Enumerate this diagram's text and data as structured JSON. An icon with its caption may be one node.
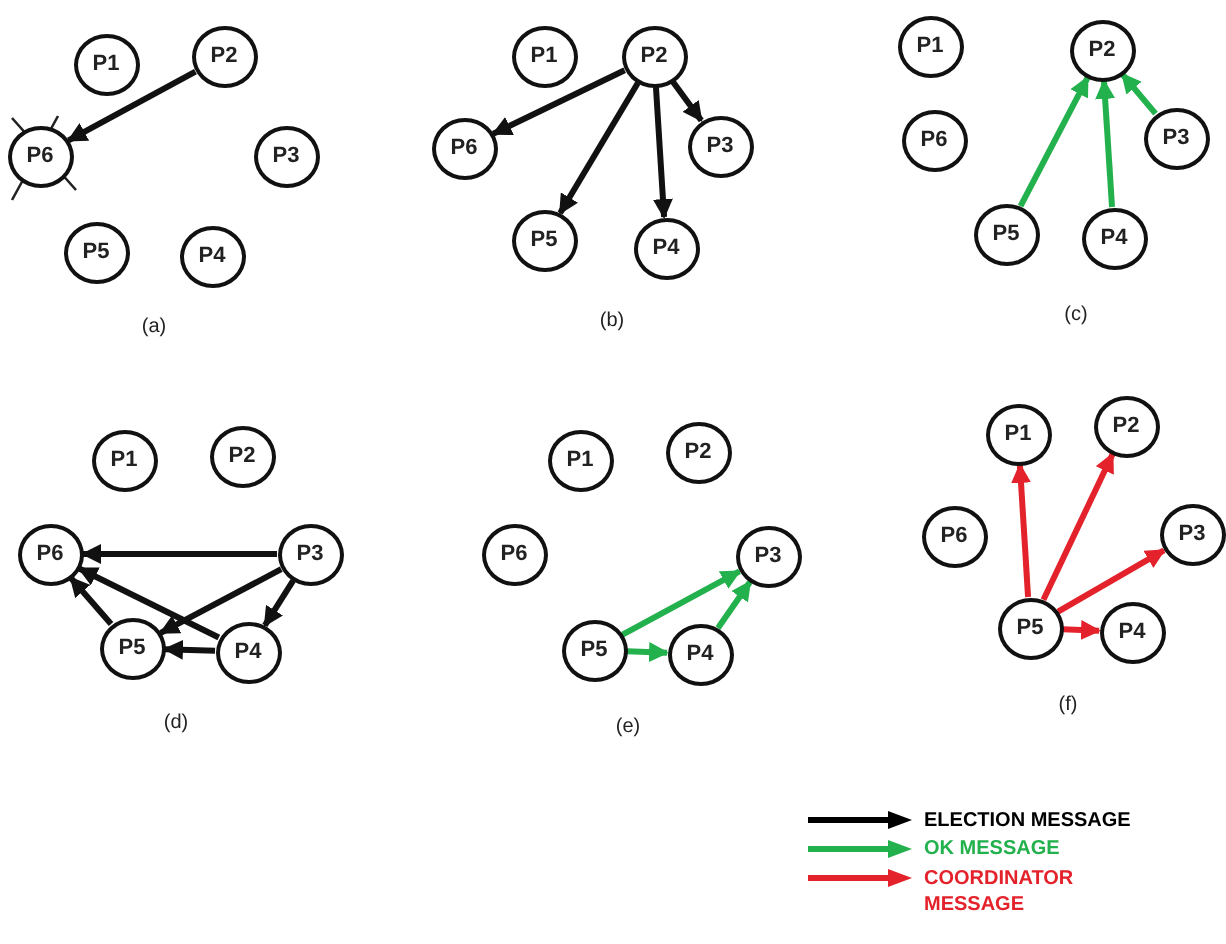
{
  "diagram": {
    "nodes": [
      {
        "text": [
          "P1"
        ]
      },
      {
        "text": [
          "P2"
        ]
      },
      {
        "text": [
          "P6"
        ]
      },
      {
        "text": [
          "P3"
        ]
      },
      {
        "text": [
          "P5"
        ]
      },
      {
        "text": [
          "P4"
        ]
      },
      {
        "text": [
          "P1"
        ]
      },
      {
        "text": [
          "P2"
        ]
      },
      {
        "text": [
          "P6"
        ]
      },
      {
        "text": [
          "P3"
        ]
      },
      {
        "text": [
          "P5"
        ]
      },
      {
        "text": [
          "P4"
        ]
      },
      {
        "text": [
          "P1"
        ]
      },
      {
        "text": [
          "P2"
        ]
      },
      {
        "text": [
          "P6"
        ]
      },
      {
        "text": [
          "P3"
        ]
      },
      {
        "text": [
          "P5"
        ]
      },
      {
        "text": [
          "P4"
        ]
      },
      {
        "text": [
          "P1"
        ]
      },
      {
        "text": [
          "P2"
        ]
      },
      {
        "text": [
          "P6"
        ]
      },
      {
        "text": [
          "P3"
        ]
      },
      {
        "text": [
          "P5"
        ]
      },
      {
        "text": [
          "P4"
        ]
      },
      {
        "text": [
          "P1"
        ]
      },
      {
        "text": [
          "P2"
        ]
      },
      {
        "text": [
          "P6"
        ]
      },
      {
        "text": [
          "P3"
        ]
      },
      {
        "text": [
          "P5"
        ]
      },
      {
        "text": [
          "P4"
        ]
      },
      {
        "text": [
          "P1"
        ]
      },
      {
        "text": [
          "P2"
        ]
      },
      {
        "text": [
          "P6"
        ]
      },
      {
        "text": [
          "P3"
        ]
      },
      {
        "text": [
          "P5"
        ]
      },
      {
        "text": [
          "P4"
        ]
      }
    ],
    "edges": [
      {
        "from": 1,
        "to": 2,
        "arrow": "to"
      },
      {
        "from": 7,
        "to": 8,
        "arrow": "to"
      },
      {
        "from": 7,
        "to": 10,
        "arrow": "to"
      },
      {
        "from": 7,
        "to": 11,
        "arrow": "to"
      },
      {
        "from": 7,
        "to": 9,
        "arrow": "to"
      },
      {
        "from": 16,
        "to": 13,
        "arrow": "to",
        "color": "#22b14c"
      },
      {
        "from": 17,
        "to": 13,
        "arrow": "to",
        "color": "#22b14c"
      },
      {
        "from": 15,
        "to": 13,
        "arrow": "to",
        "color": "#22b14c"
      },
      {
        "from": 21,
        "to": 20,
        "arrow": "to"
      },
      {
        "from": 21,
        "to": 22,
        "arrow": "to"
      },
      {
        "from": 21,
        "to": 23,
        "arrow": "to"
      },
      {
        "from": 23,
        "to": 22,
        "arrow": "to"
      },
      {
        "from": 23,
        "to": 20,
        "arrow": "to"
      },
      {
        "from": 22,
        "to": 20,
        "arrow": "to"
      },
      {
        "from": 28,
        "to": 27,
        "arrow": "to",
        "color": "#22b14c"
      },
      {
        "from": 28,
        "to": 29,
        "arrow": "to",
        "color": "#22b14c"
      },
      {
        "from": 29,
        "to": 27,
        "arrow": "to",
        "color": "#22b14c"
      },
      {
        "from": 34,
        "to": 30,
        "arrow": "to",
        "color": "#e3222b"
      },
      {
        "from": 34,
        "to": 31,
        "arrow": "to",
        "color": "#e3222b"
      },
      {
        "from": 34,
        "to": 33,
        "arrow": "to",
        "color": "#e3222b"
      },
      {
        "from": 34,
        "to": 35,
        "arrow": "to",
        "color": "#e3222b"
      }
    ],
    "labels": [
      "(a)",
      "(b)",
      "(c)",
      "(d)",
      "(e)",
      "(f)"
    ],
    "legend": [
      {
        "text": "ELECTION MESSAGE",
        "color": "#000000"
      },
      {
        "text": "OK MESSAGE",
        "color": "#22b14c"
      },
      {
        "text": "COORDINATOR MESSAGE",
        "color": "#e3222b"
      }
    ]
  }
}
